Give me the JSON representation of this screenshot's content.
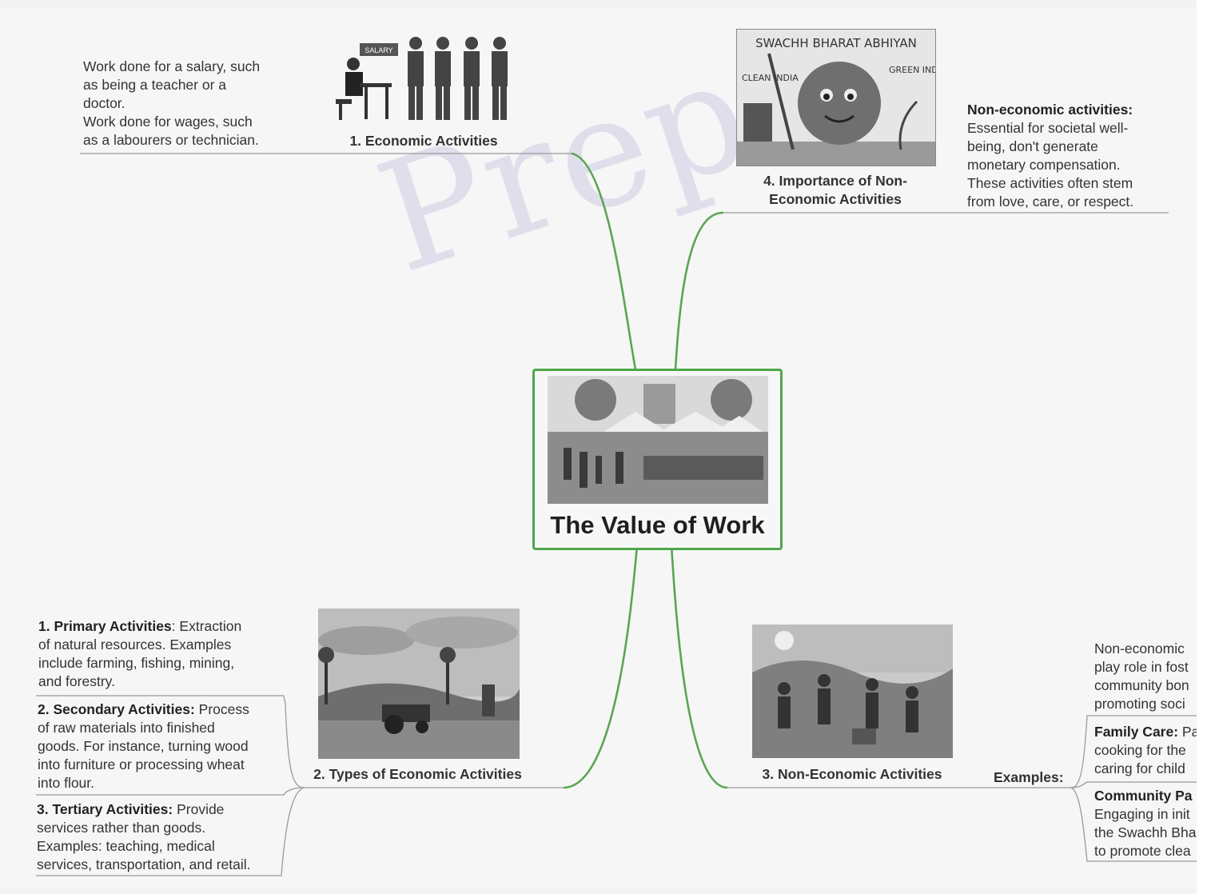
{
  "center": {
    "title": "The Value of Work"
  },
  "branches": {
    "economic": {
      "label": "1. Economic Activities",
      "description": [
        "Work done for a salary, such",
        "as being a teacher or a",
        "doctor.",
        "Work done for wages, such",
        "as a labourers or technician."
      ],
      "sign_text": "SALARY"
    },
    "importance": {
      "label_line1": "4. Importance of Non-",
      "label_line2": "Economic Activities",
      "heading": "Non-economic activities:",
      "description": [
        "Essential for societal well-",
        "being, don't generate",
        "monetary compensation.",
        "These activities often stem",
        "from love, care, or respect."
      ],
      "poster": {
        "title": "SWACHH BHARAT ABHIYAN",
        "left": "CLEAN INDIA",
        "right": "GREEN INDIA"
      }
    },
    "types": {
      "label": "2. Types of Economic Activities",
      "items": [
        {
          "title": "1. Primary Activities",
          "sep": ":",
          "text_lines": [
            " Extraction",
            "of natural resources. Examples",
            "include farming, fishing, mining,",
            "and forestry."
          ]
        },
        {
          "title": "2. Secondary Activities:",
          "sep": "",
          "text_lines": [
            " Process",
            "of raw materials into finished",
            "goods. For instance, turning wood",
            "into furniture or processing wheat",
            "into flour."
          ]
        },
        {
          "title": "3. Tertiary Activities:",
          "sep": "",
          "text_lines": [
            " Provide",
            "services rather than goods.",
            "Examples: teaching, medical",
            "services, transportation, and retail."
          ]
        }
      ]
    },
    "non_economic": {
      "label": "3. Non-Economic Activities",
      "examples_label": "Examples:",
      "intro_lines": [
        "Non-economic",
        "play role in fost",
        "community bon",
        "promoting soci"
      ],
      "examples": [
        {
          "title": "Family Care:",
          "after": " Pa",
          "lines": [
            "cooking for the",
            "caring for child"
          ]
        },
        {
          "title": "Community Pa",
          "after": "",
          "lines": [
            "Engaging in init",
            "the Swachh Bha",
            "to promote clea"
          ]
        }
      ]
    }
  },
  "watermark": "Prepz"
}
